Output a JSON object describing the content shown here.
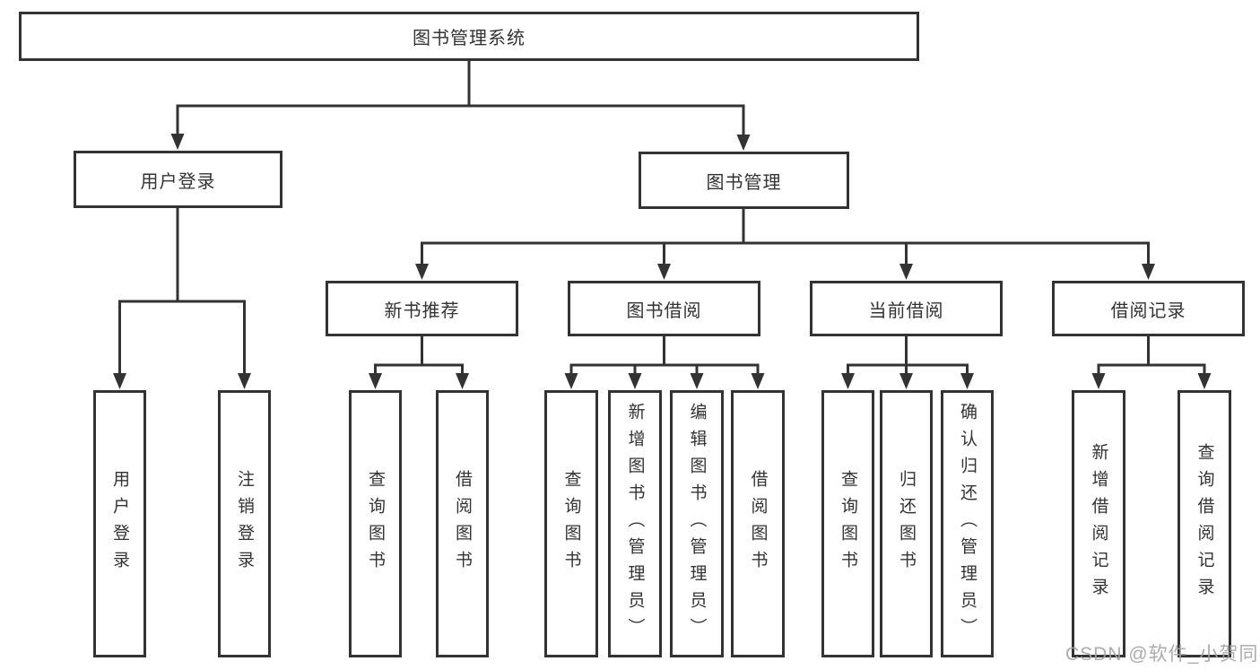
{
  "tree": {
    "root": {
      "label": "图书管理系统",
      "children": [
        {
          "label": "用户登录",
          "children": [
            {
              "label": "用户登录"
            },
            {
              "label": "注销登录"
            }
          ]
        },
        {
          "label": "图书管理",
          "children": [
            {
              "label": "新书推荐",
              "children": [
                {
                  "label": "查询图书"
                },
                {
                  "label": "借阅图书"
                }
              ]
            },
            {
              "label": "图书借阅",
              "children": [
                {
                  "label": "查询图书"
                },
                {
                  "label": "新增图书（管理员）"
                },
                {
                  "label": "编辑图书（管理员）"
                },
                {
                  "label": "借阅图书"
                }
              ]
            },
            {
              "label": "当前借阅",
              "children": [
                {
                  "label": "查询图书"
                },
                {
                  "label": "归还图书"
                },
                {
                  "label": "确认归还（管理员）"
                }
              ]
            },
            {
              "label": "借阅记录",
              "children": [
                {
                  "label": "新增借阅记录"
                },
                {
                  "label": "查询借阅记录"
                }
              ]
            }
          ]
        }
      ]
    }
  },
  "watermark": {
    "text": "CSDN @软件_小贺同学"
  },
  "colors": {
    "line": "#333333",
    "box_border": "#333333",
    "text": "#333333",
    "background": "#ffffff",
    "watermark": "#a3a3a3"
  }
}
